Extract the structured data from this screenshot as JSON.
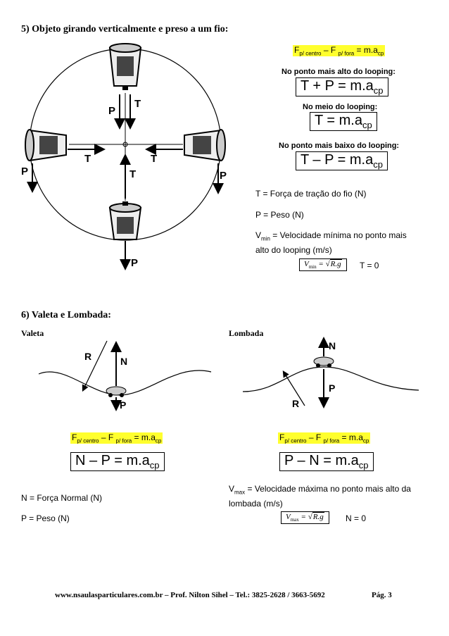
{
  "section5": {
    "title": "5) Objeto girando verticalmente e preso a um fio:",
    "force_eq": {
      "f1": "F",
      "sub1": "p/ centro",
      "mid": " – F ",
      "sub2": "p/ fora",
      "eq": " = m.a",
      "sub3": "cp"
    },
    "top_label": "No ponto mais alto do looping:",
    "top_eq": {
      "main": "T + P = m.a",
      "sub": "cp"
    },
    "middle_label": "No meio do looping:",
    "middle_eq": {
      "main": "T = m.a",
      "sub": "cp"
    },
    "bottom_label": "No ponto mais baixo do looping:",
    "bottom_eq": {
      "main": "T – P = m.a",
      "sub": "cp"
    },
    "def_T": "T = Força de tração do fio (N)",
    "def_P": "P = Peso (N)",
    "def_vmin": {
      "v": "V",
      "sub": "min",
      "rest": " = Velocidade mínima no ponto mais alto do looping (m/s)"
    },
    "formula": {
      "v": "V",
      "sub": "min",
      "eq": " = ",
      "sqrt_sym": "√",
      "rg": "R.g"
    },
    "cond": "T = 0",
    "figure_labels": {
      "P": "P",
      "T": "T"
    }
  },
  "section6": {
    "title": "6) Valeta e Lombada:",
    "valeta": {
      "title": "Valeta",
      "fig": {
        "R": "R",
        "N": "N",
        "P": "P"
      },
      "force_eq": {
        "f1": "F",
        "sub1": "p/ centro",
        "mid": " – F ",
        "sub2": "p/ fora",
        "eq": " = m.a",
        "sub3": "cp"
      },
      "eq": {
        "main": "N – P = m.a",
        "sub": "cp"
      },
      "def_N": "N = Força Normal (N)",
      "def_P": "P = Peso (N)"
    },
    "lombada": {
      "title": "Lombada",
      "fig": {
        "R": "R",
        "N": "N",
        "P": "P"
      },
      "force_eq": {
        "f1": "F",
        "sub1": "p/ centro",
        "mid": " – F ",
        "sub2": "p/ fora",
        "eq": " = m.a",
        "sub3": "cp"
      },
      "eq": {
        "main": "P – N = m.a",
        "sub": "cp"
      },
      "def_vmax": {
        "v": "V",
        "sub": "max",
        "rest": " = Velocidade máxima no ponto mais alto da lombada (m/s)"
      },
      "formula": {
        "v": "V",
        "sub": "max",
        "eq": " = ",
        "sqrt_sym": "√",
        "rg": "R.g"
      },
      "cond": "N = 0"
    }
  },
  "footer": {
    "text": "www.nsaulasparticulares.com.br  –  Prof. Nilton Sihel  –  Tel.: 3825-2628 / 3663-5692",
    "page": "Pág. 3"
  }
}
